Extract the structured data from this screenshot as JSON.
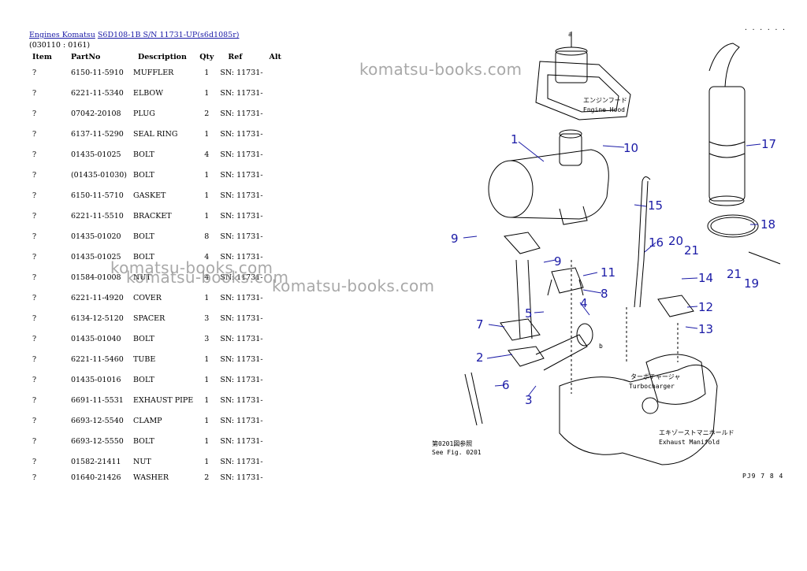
{
  "breadcrumb": {
    "engines": "Engines Komatsu",
    "model": "S6D108-1B S/N 11731-UP(s6d1085r)"
  },
  "group_code": "(030110 : 0161)",
  "columns": [
    "Item",
    "PartNo",
    "Description",
    "Qty",
    "Ref",
    "Alt"
  ],
  "rows": [
    [
      "?",
      "6150-11-5910",
      "MUFFLER",
      "1",
      "SN: 11731-"
    ],
    [
      "?",
      "6221-11-5340",
      "ELBOW",
      "1",
      "SN: 11731-"
    ],
    [
      "?",
      "07042-20108",
      "PLUG",
      "2",
      "SN: 11731-"
    ],
    [
      "?",
      "6137-11-5290",
      "SEAL RING",
      "1",
      "SN: 11731-"
    ],
    [
      "?",
      "01435-01025",
      "BOLT",
      "4",
      "SN: 11731-"
    ],
    [
      "?",
      "(01435-01030)",
      "BOLT",
      "1",
      "SN: 11731-"
    ],
    [
      "?",
      "6150-11-5710",
      "GASKET",
      "1",
      "SN: 11731-"
    ],
    [
      "?",
      "6221-11-5510",
      "BRACKET",
      "1",
      "SN: 11731-"
    ],
    [
      "?",
      "01435-01020",
      "BOLT",
      "8",
      "SN: 11731-"
    ],
    [
      "?",
      "01435-01025",
      "BOLT",
      "4",
      "SN: 11731-"
    ],
    [
      "?",
      "01584-01008",
      "NUT",
      "4",
      "SN: 11731-"
    ],
    [
      "?",
      "6221-11-4920",
      "COVER",
      "1",
      "SN: 11731-"
    ],
    [
      "?",
      "6134-12-5120",
      "SPACER",
      "3",
      "SN: 11731-"
    ],
    [
      "?",
      "01435-01040",
      "BOLT",
      "3",
      "SN: 11731-"
    ],
    [
      "?",
      "6221-11-5460",
      "TUBE",
      "1",
      "SN: 11731-"
    ],
    [
      "?",
      "01435-01016",
      "BOLT",
      "1",
      "SN: 11731-"
    ],
    [
      "?",
      "6691-11-5531",
      "EXHAUST PIPE",
      "1",
      "SN: 11731-"
    ],
    [
      "?",
      "6693-12-5540",
      "CLAMP",
      "1",
      "SN: 11731-"
    ],
    [
      "?",
      "6693-12-5550",
      "BOLT",
      "1",
      "SN: 11731-"
    ],
    [
      "?",
      "01582-21411",
      "NUT",
      "1",
      "SN: 11731-"
    ],
    [
      "?",
      "01640-21426",
      "WASHER",
      "2",
      "SN: 11731-"
    ]
  ],
  "watermark": "komatsu-books.com",
  "diagram": {
    "callouts": [
      "1",
      "2",
      "3",
      "4",
      "5",
      "6",
      "7",
      "8",
      "9",
      "9",
      "10",
      "11",
      "12",
      "13",
      "14",
      "15",
      "16",
      "17",
      "18",
      "19",
      "20",
      "21",
      "21"
    ],
    "labels": {
      "engine_hood_jp": "エンジンフード",
      "engine_hood": "Engine Hood",
      "turbo_jp": "ターボチャージャ",
      "turbo": "Turbocharger",
      "manifold_jp": "エキゾーストマニホールド",
      "manifold": "Exhaust Manifold",
      "see_fig_jp": "第0201図参照",
      "see_fig": "See Fig. 0201",
      "a": "a",
      "b": "b"
    },
    "top_marks": "· · · · · ·",
    "figure_no": "PJ9 7 8 4"
  }
}
